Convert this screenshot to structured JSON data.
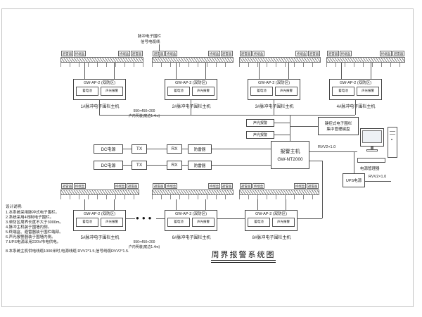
{
  "title": "周界报警系统图",
  "top_cable_note": {
    "line1": "脉冲电子围栏",
    "line2": "信号电缆线"
  },
  "fence": {
    "arrester": "避雷器",
    "terminal": "终端盒"
  },
  "controller": {
    "model": "GW-AP-2 (双防区)",
    "module_left": "蓄电池",
    "module_right": "声光报警"
  },
  "top_hosts": [
    "1#脉冲电子围栏主机",
    "2#脉冲电子围栏主机",
    "3#脉冲电子围栏主机",
    "4#脉冲电子围栏主机"
  ],
  "bottom_hosts": [
    "5#脉冲电子围栏主机",
    "6#脉冲电子围栏主机",
    "8#脉冲电子围栏主机"
  ],
  "mount_note": {
    "line1": "550×450×200",
    "line2": "户内明装(底边1.4m)"
  },
  "mid": {
    "dc": "DC电源",
    "tx": "TX",
    "rx": "RX",
    "surge": "防雷器",
    "sound_light": "声光报警",
    "keyboard_line1": "键控式电子围栏",
    "keyboard_line2": "集中管理键盘",
    "host_line1": "报警主机",
    "host_line2": "GW-NT2000"
  },
  "right": {
    "rvv": "RVV2×1.0",
    "power_manager": "电源管理器",
    "ups": "UPS电源"
  },
  "ellipsis": "●●●",
  "notes": {
    "heading": "设计说明:",
    "items": [
      "1.本系统采用脉冲式电子围栏。",
      "2.系统采用4线制电子围栏。",
      "3.单防区周界长度不大于3000m。",
      "4.脉冲主机装于围墙内侧。",
      "5.终端盒、避雷器装于围栏端部。",
      "6.声光报警器装于围墙内侧。",
      "7.UPS电源采用220V市电供电。",
      "8.本系统主机供电线缆1000米时,电源线缆 RVV2*1.5,信号线缆RVV2*1.5."
    ]
  }
}
